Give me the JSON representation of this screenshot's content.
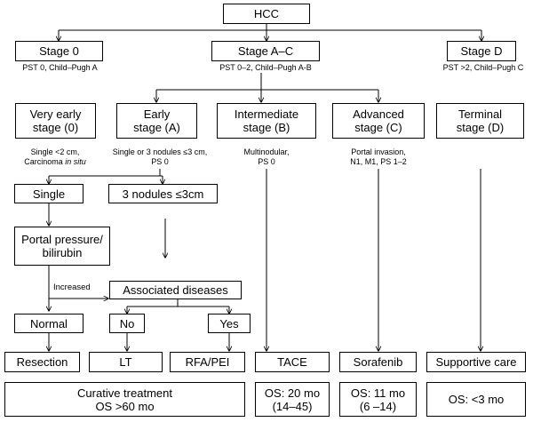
{
  "root": "HCC",
  "stages": {
    "s0": {
      "label": "Stage 0",
      "criteria": "PST 0, Child–Pugh A"
    },
    "sac": {
      "label": "Stage A–C",
      "criteria": "PST 0–2, Child–Pugh A-B"
    },
    "sd": {
      "label": "Stage D",
      "criteria": "PST >2, Child–Pugh C"
    }
  },
  "substages": {
    "very_early": {
      "line1": "Very early",
      "line2": "stage (0)",
      "note1": "Single <2 cm,",
      "note2_pre": "Carcinoma ",
      "note2_em": "in situ"
    },
    "early": {
      "line1": "Early",
      "line2": "stage (A)",
      "note1": "Single or 3 nodules ≤3 cm,",
      "note2": "PS 0"
    },
    "intermediate": {
      "line1": "Intermediate",
      "line2": "stage (B)",
      "note1": "Multinodular,",
      "note2": "PS 0"
    },
    "advanced": {
      "line1": "Advanced",
      "line2": "stage (C)",
      "note1": "Portal invasion,",
      "note2": "N1, M1, PS 1–2"
    },
    "terminal": {
      "line1": "Terminal",
      "line2": "stage (D)"
    }
  },
  "decisions": {
    "single": "Single",
    "three_nodules": "3 nodules ≤3cm",
    "portal_l1": "Portal pressure/",
    "portal_l2": "bilirubin",
    "increased": "Increased",
    "associated": "Associated diseases",
    "normal": "Normal",
    "no": "No",
    "yes": "Yes"
  },
  "treatments": {
    "resection": "Resection",
    "lt": "LT",
    "rfa": "RFA/PEI",
    "tace": "TACE",
    "sorafenib": "Sorafenib",
    "supportive": "Supportive care"
  },
  "outcomes": {
    "curative_l1": "Curative treatment",
    "curative_l2": "OS >60 mo",
    "tace_l1": "OS: 20 mo",
    "tace_l2": "(14–45)",
    "sorafenib_l1": "OS: 11 mo",
    "sorafenib_l2": "(6 –14)",
    "supportive": "OS: <3 mo"
  },
  "colors": {
    "line": "#000000",
    "box_fill": "#ffffff"
  }
}
